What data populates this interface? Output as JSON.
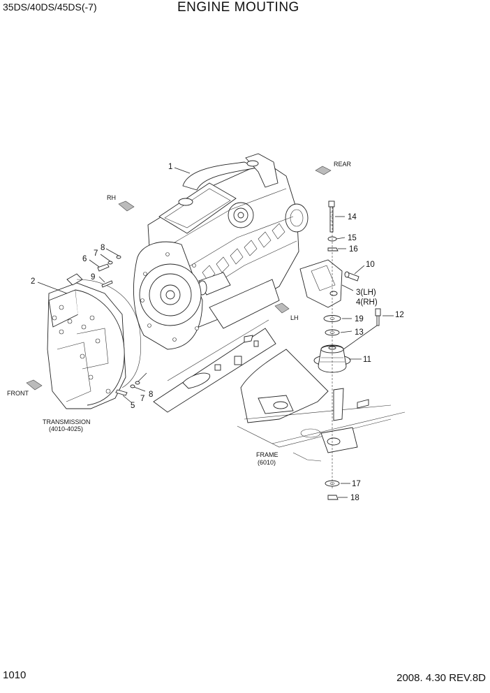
{
  "header": {
    "model": "35DS/40DS/45DS(-7)",
    "title": "ENGINE MOUTING"
  },
  "footer": {
    "page": "1010",
    "revision": "2008. 4.30  REV.8D"
  },
  "direction_labels": {
    "rear": "REAR",
    "rh": "RH",
    "lh": "LH",
    "front": "FRONT"
  },
  "component_labels": {
    "transmission": "TRANSMISSION",
    "transmission_ref": "(4010-4025)",
    "frame": "FRAME",
    "frame_ref": "(6010)"
  },
  "callouts": {
    "c1": "1",
    "c2": "2",
    "c3": "3(LH)",
    "c4": "4(RH)",
    "c5": "5",
    "c6": "6",
    "c7a": "7",
    "c7b": "7",
    "c8a": "8",
    "c8b": "8",
    "c9": "9",
    "c10": "10",
    "c11": "11",
    "c12": "12",
    "c13": "13",
    "c14": "14",
    "c15": "15",
    "c16": "16",
    "c17": "17",
    "c18": "18",
    "c19": "19"
  }
}
